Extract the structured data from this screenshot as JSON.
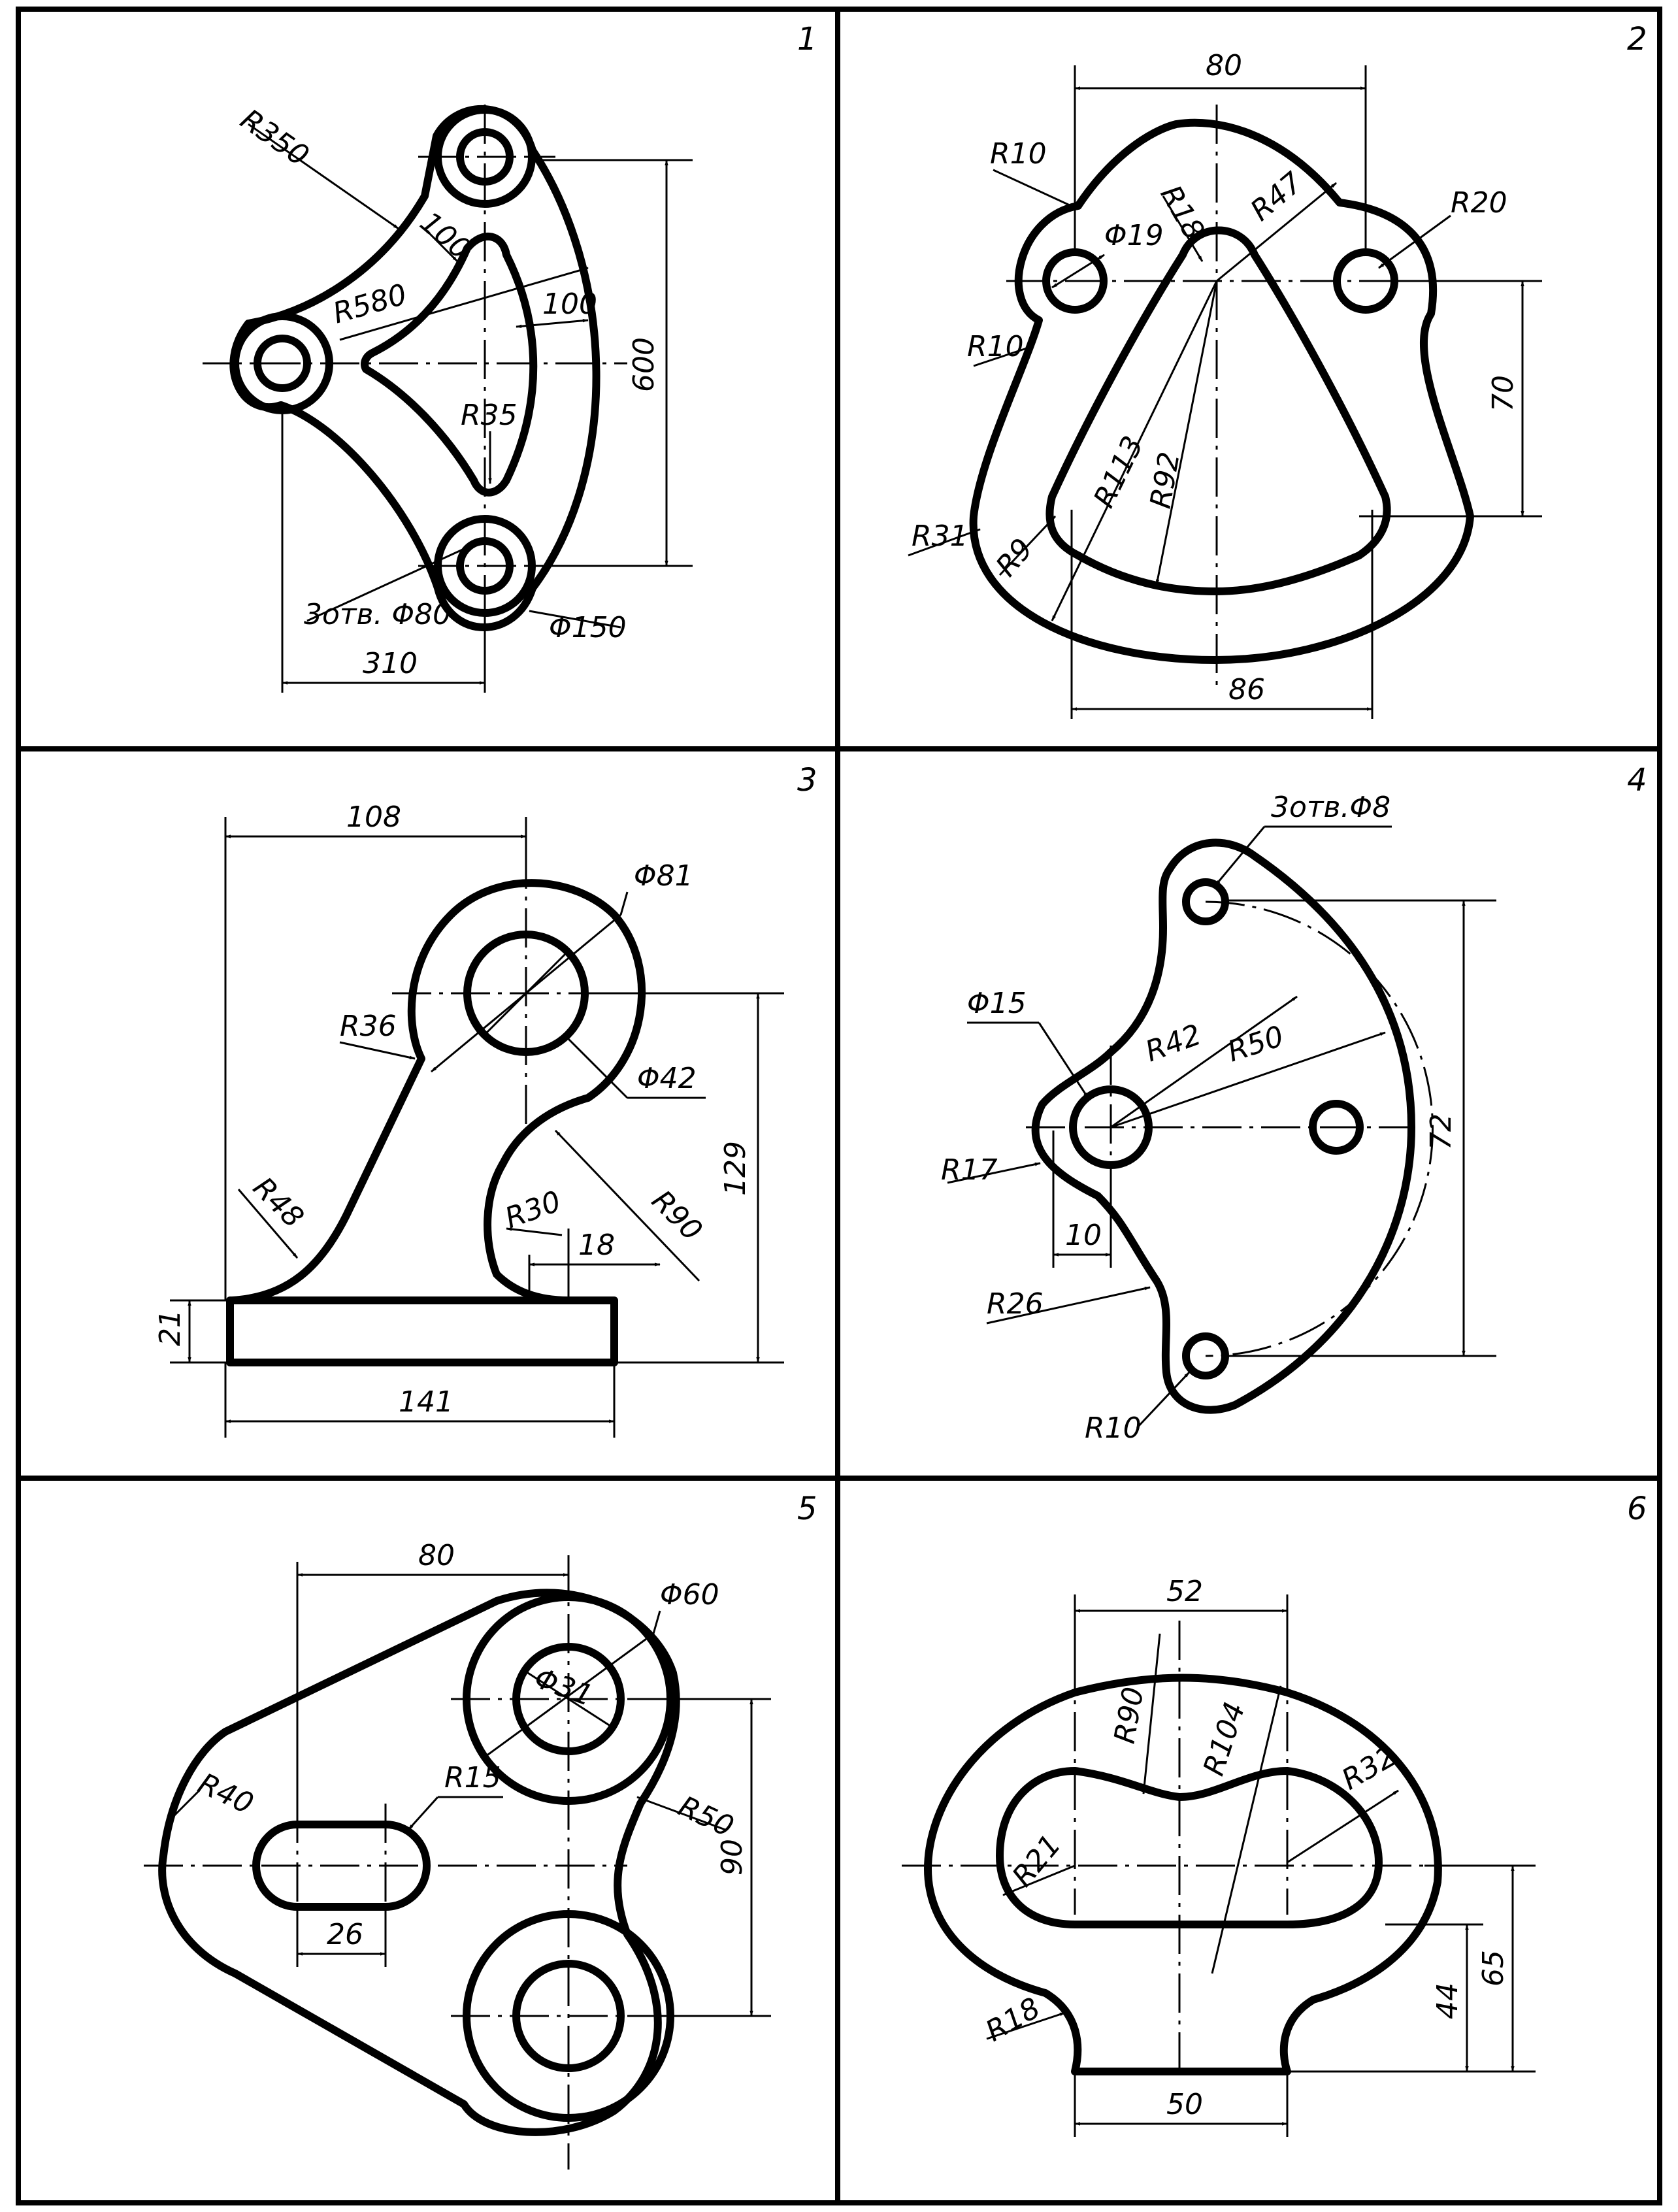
{
  "panels": [
    {
      "number": "1",
      "labels": [
        "R350",
        "100",
        "R580",
        "100",
        "600",
        "R35",
        "3отв. Φ80",
        "Φ150",
        "310"
      ]
    },
    {
      "number": "2",
      "labels": [
        "80",
        "R10",
        "R18",
        "R47",
        "R20",
        "Φ19",
        "R10",
        "70",
        "R113",
        "R92",
        "R31",
        "R9",
        "86"
      ]
    },
    {
      "number": "3",
      "labels": [
        "108",
        "Φ81",
        "R36",
        "Φ42",
        "129",
        "R48",
        "R30",
        "18",
        "R90",
        "21",
        "141"
      ]
    },
    {
      "number": "4",
      "labels": [
        "3отв.Φ8",
        "Φ15",
        "R42",
        "R50",
        "72",
        "R17",
        "10",
        "R26",
        "R10"
      ]
    },
    {
      "number": "5",
      "labels": [
        "80",
        "Φ60",
        "Φ31",
        "R40",
        "R15",
        "R50",
        "90",
        "26"
      ]
    },
    {
      "number": "6",
      "labels": [
        "52",
        "R90",
        "R104",
        "R32",
        "R21",
        "65",
        "44",
        "R18",
        "50"
      ]
    }
  ]
}
